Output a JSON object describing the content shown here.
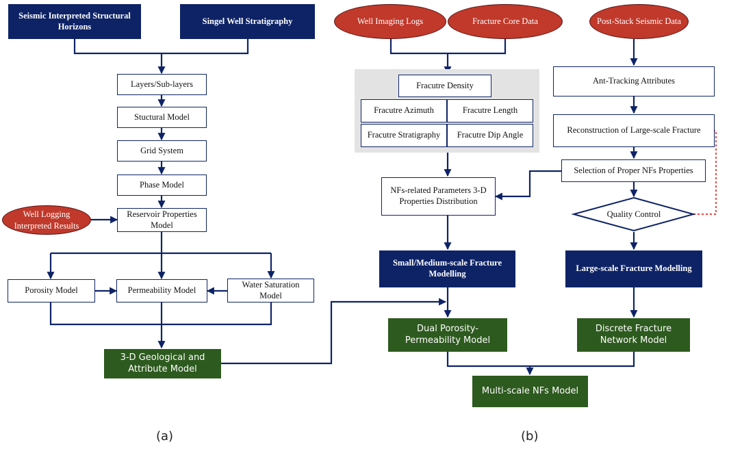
{
  "panel_a": {
    "seismic_horizons": "Seismic Interpreted Structural Horizons",
    "single_well": "Singel Well Stratigraphy",
    "layers": "Layers/Sub-layers",
    "structural_model": "Stuctural Model",
    "grid_system": "Grid System",
    "phase_model": "Phase Model",
    "reservoir_props": "Reservoir Properties Model",
    "well_logging": "Well Logging Interpreted Results",
    "porosity": "Porosity Model",
    "permeability": "Permeability Model",
    "water_sat": "Water Saturation Model",
    "geo_attr": "3-D Geological and Attribute Model",
    "caption": "(a)"
  },
  "panel_b": {
    "well_imaging": "Well Imaging Logs",
    "fracture_core": "Fracture Core Data",
    "post_stack": "Post-Stack Seismic Data",
    "fracture_density": "Fracutre Density",
    "fracture_azimuth": "Fracutre Azimuth",
    "fracture_length": "Fracutre Length",
    "fracture_strat": "Fracutre Stratigraphy",
    "fracture_dip": "Fracutre Dip Angle",
    "ant_tracking": "Ant-Tracking Attributes",
    "reconstruction": "Reconstruction of Large-scale Fracture",
    "selection": "Selection of Proper NFs Properties",
    "quality_control": "Quality Control",
    "nfs_params": "NFs-related Parameters 3-D Properties Distribution",
    "small_medium": "Small/Medium-scale Fracture Modelling",
    "large_scale": "Large-scale Fracture Modelling",
    "dual_porosity": "Dual Porosity-Permeability Model",
    "dfn": "Discrete Fracture Network Model",
    "multi_scale": "Multi-scale NFs Model",
    "caption": "(b)"
  },
  "colors": {
    "navy": "#0e2366",
    "green": "#2d5a1e",
    "oval_red": "#c0392b",
    "feedback_red": "#e8504a",
    "group_gray": "#e3e3e3"
  }
}
